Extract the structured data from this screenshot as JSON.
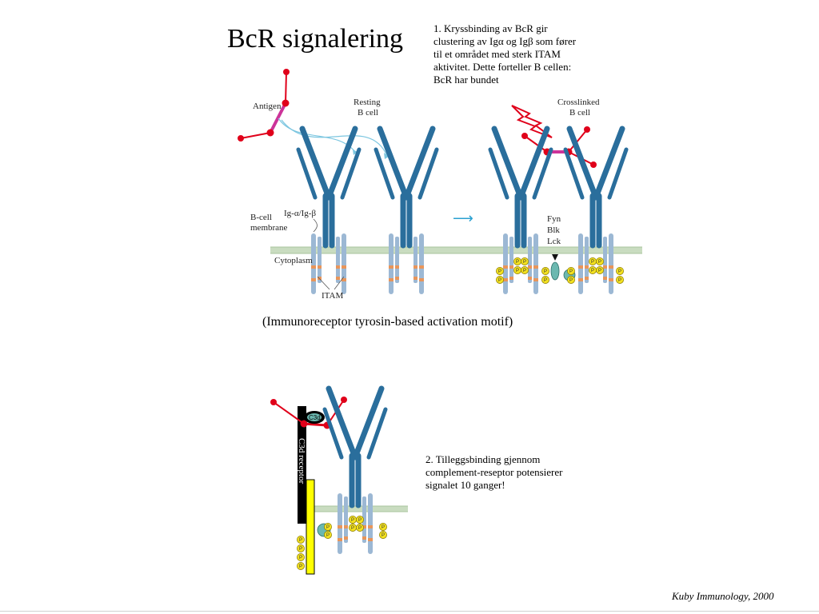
{
  "slide": {
    "title": "BcR signalering",
    "note1": "1. Kryssbinding av BcR gir clustering av Igα og Igβ som fører til et området med sterk ITAM aktivitet. Dette forteller B cellen: BcR har bundet",
    "itam_caption": "(Immunoreceptor tyrosin-based activation motif)",
    "note2": "2. Tilleggsbinding gjennom complement-reseptor potensierer signalet 10 ganger!",
    "credit": "Kuby Immunology, 2000"
  },
  "figure1": {
    "antigen": "Antigen",
    "resting": [
      "Resting",
      "B cell"
    ],
    "crosslinked": [
      "Crosslinked",
      "B cell"
    ],
    "ig_label": "Ig-α/Ig-β",
    "membrane": [
      "B-cell",
      "membrane"
    ],
    "cytoplasm": "Cytoplasm",
    "itam": "ITAM",
    "arrow": "⟶",
    "kinases": [
      "Fyn",
      "Blk",
      "Lck"
    ],
    "p_label": "P"
  },
  "figure2": {
    "receptor": "C3d receptor",
    "c3d": "C3d"
  },
  "colors": {
    "antibody": "#2a6e9c",
    "itam_chain": "#9cb8d4",
    "itam_band": "#e8955a",
    "membrane": "#c9dcc0",
    "antigen": "#e0001a",
    "phospho": "#f2e020",
    "c3d_receptor": "#000000",
    "cd19": "#ffff00"
  }
}
